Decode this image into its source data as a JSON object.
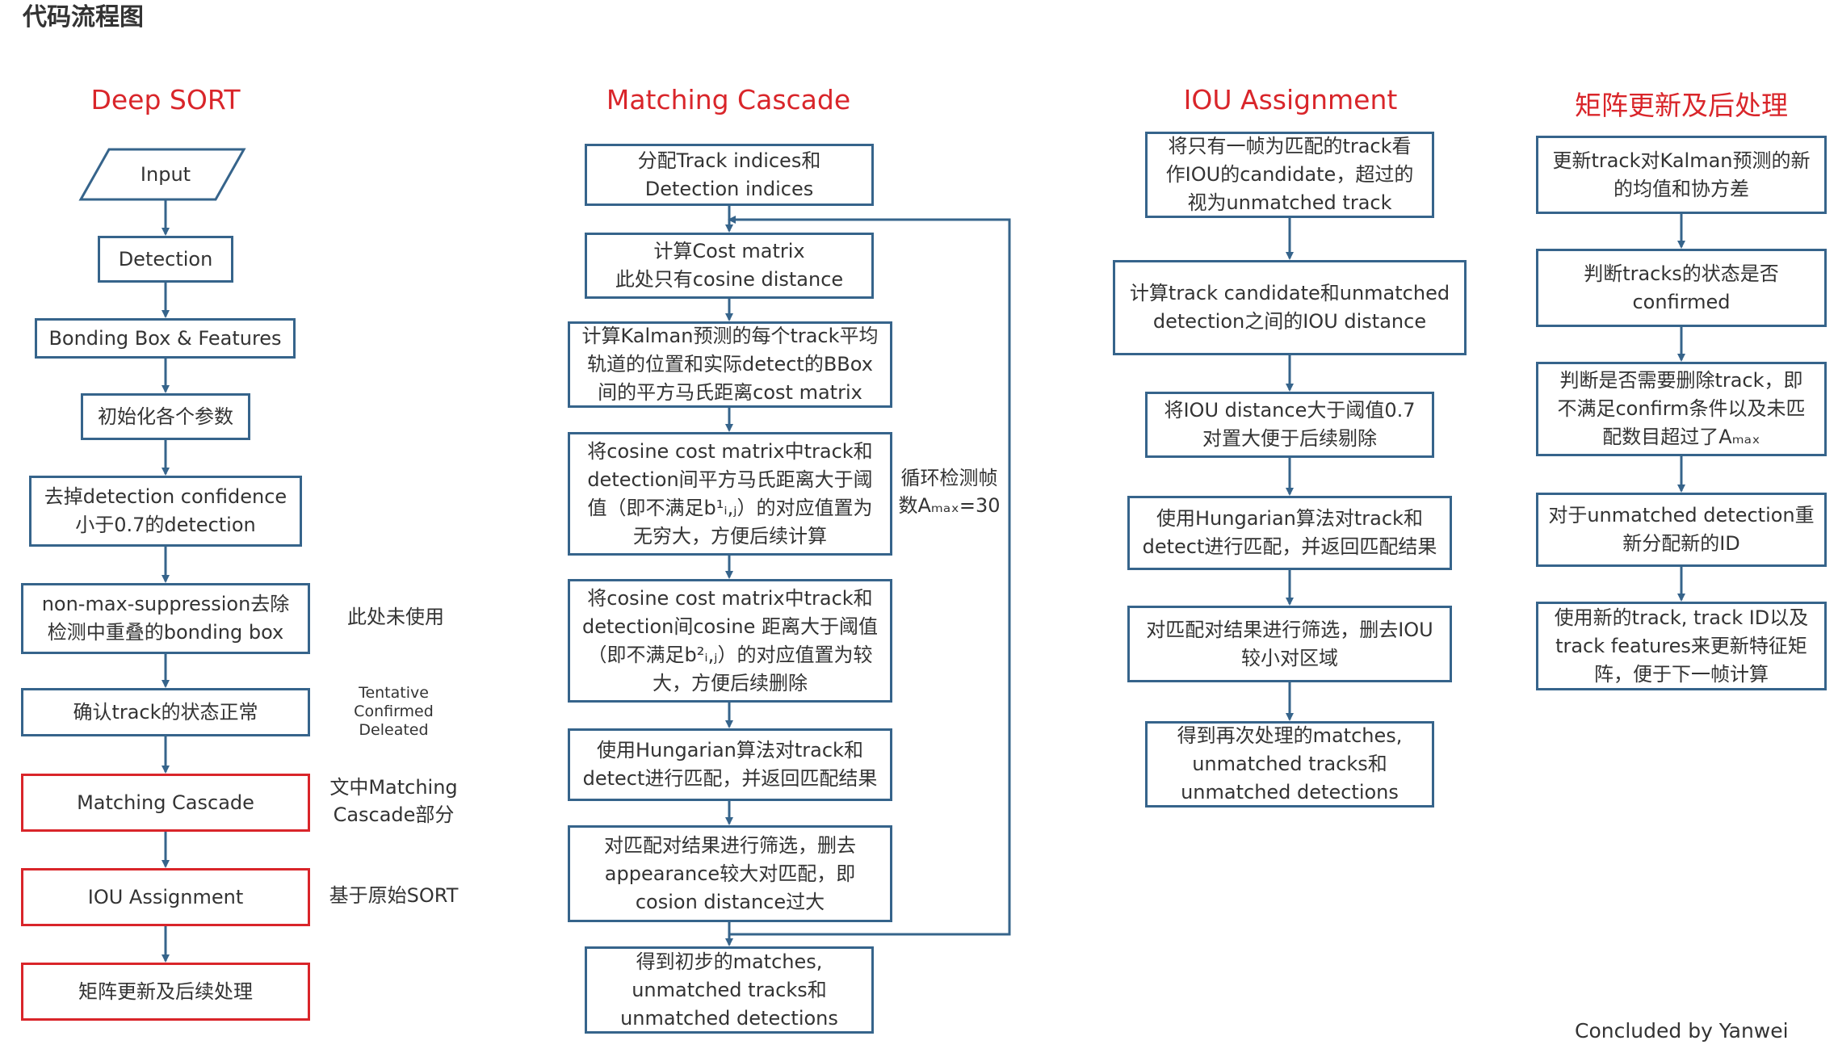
{
  "page_title": "代码流程图",
  "columns": {
    "deep_sort": {
      "title": "Deep SORT",
      "steps": [
        "Input",
        "Detection",
        "Bonding Box & Features",
        "初始化各个参数",
        "去掉detection confidence\n小于0.7的detection",
        "non-max-suppression去除\n检测中重叠的bonding box",
        "确认track的状态正常",
        "Matching Cascade",
        "IOU Assignment",
        "矩阵更新及后续处理"
      ],
      "notes": {
        "nms": "此处未使用",
        "states": "Tentative\nConfirmed\nDeleated",
        "matching": "文中Matching\nCascade部分",
        "iou": "基于原始SORT"
      }
    },
    "matching_cascade": {
      "title": "Matching Cascade",
      "steps": [
        "分配Track indices和\nDetection indices",
        "计算Cost matrix\n此处只有cosine distance",
        "计算Kalman预测的每个track平均\n轨道的位置和实际detect的BBox\n间的平方马氏距离cost matrix",
        "将cosine cost matrix中track和\ndetection间平方马氏距离大于阈\n值（即不满足b¹ᵢ,ⱼ）的对应值置为\n无穷大，方便后续计算",
        "将cosine cost matrix中track和\ndetection间cosine 距离大于阈值\n（即不满足b²ᵢ,ⱼ）的对应值置为较\n大，方便后续删除",
        "使用Hungarian算法对track和\ndetect进行匹配，并返回匹配结果",
        "对匹配对结果进行筛选，删去\nappearance较大对匹配，即\ncosion distance过大",
        "得到初步的matches,\nunmatched tracks和\nunmatched detections"
      ],
      "loop_note": "循环检测帧\n数Aₘₐₓ=30"
    },
    "iou_assignment": {
      "title": "IOU Assignment",
      "steps": [
        "将只有一帧为匹配的track看\n作IOU的candidate，超过的\n视为unmatched track",
        "计算track candidate和unmatched\ndetection之间的IOU distance",
        "将IOU distance大于阈值0.7\n对置大便于后续剔除",
        "使用Hungarian算法对track和\ndetect进行匹配，并返回匹配结果",
        "对匹配对结果进行筛选，删去IOU\n较小对区域",
        "得到再次处理的matches,\nunmatched tracks和\nunmatched detections"
      ]
    },
    "post": {
      "title": "矩阵更新及后处理",
      "steps": [
        "更新track对Kalman预测的新\n的均值和协方差",
        "判断tracks的状态是否\nconfirmed",
        "判断是否需要删除track，即\n不满足confirm条件以及未匹\n配数目超过了Aₘₐₓ",
        "对于unmatched detection重\n新分配新的ID",
        "使用新的track, track ID以及\ntrack features来更新特征矩\n阵，便于下一帧计算"
      ]
    }
  },
  "signature": "Concluded by Yanwei",
  "colors": {
    "box_border": "#36648b",
    "highlight": "#d9252a",
    "text": "#333333"
  }
}
